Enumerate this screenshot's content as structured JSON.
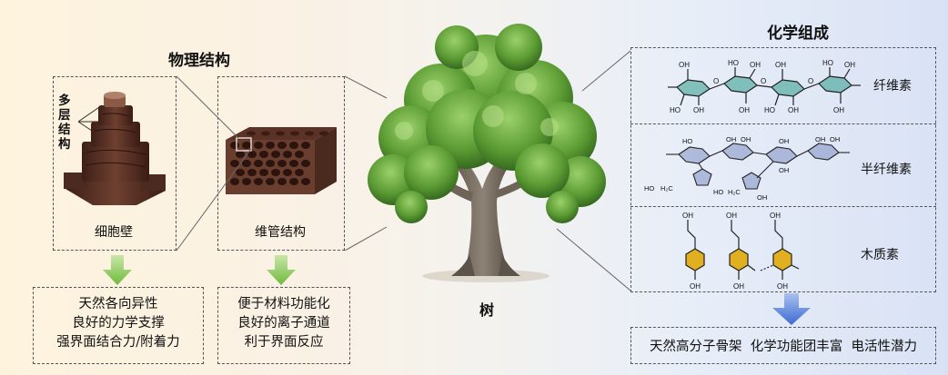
{
  "physical": {
    "title": "物理结构",
    "cell_wall_label": "细胞壁",
    "multilayer_label": [
      "多",
      "层",
      "结",
      "构"
    ],
    "vessel_label": "维管结构",
    "cell_wall_props": [
      "天然各向异性",
      "良好的力学支撑",
      "强界面结合力/附着力"
    ],
    "vessel_props": [
      "便于材料功能化",
      "良好的离子通道",
      "利于界面反应"
    ]
  },
  "tree": {
    "label": "树"
  },
  "chemical": {
    "title": "化学组成",
    "cellulose": "纤维素",
    "hemicellulose": "半纤维素",
    "lignin": "木质素",
    "summary": "天然高分子骨架  化学功能团丰富  电活性潜力"
  },
  "colors": {
    "arrow_green": "#7cc24a",
    "arrow_blue": "#4a78d8",
    "ring_teal": "#2e9a8a",
    "ring_yellow": "#e0b020",
    "wood_brown": "#5a3326",
    "tree_green": "#5a9a32"
  }
}
